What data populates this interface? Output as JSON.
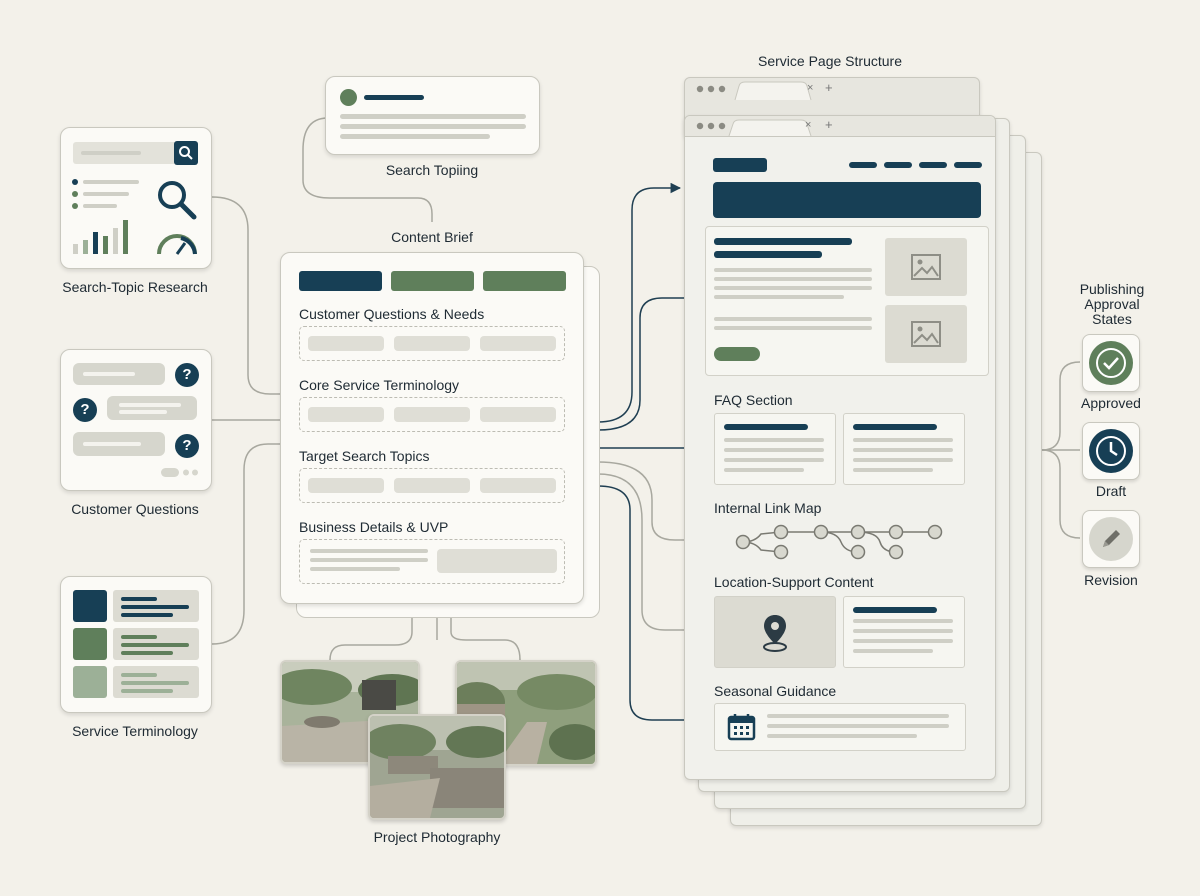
{
  "labels": {
    "search_topic_research": "Search-Topic Research",
    "customer_questions": "Customer Questions",
    "service_terminology": "Service Terminology",
    "search_topiing": "Search Topiing",
    "content_brief": "Content Brief",
    "project_photography": "Project Photography",
    "service_page_structure": "Service Page Structure",
    "publishing_approval_states": "Publishing Approval States"
  },
  "brief": {
    "sections": [
      "Customer Questions & Needs",
      "Core Service Terminology",
      "Target Search Topics",
      "Business Details & UVP"
    ]
  },
  "page": {
    "sections": [
      "FAQ Section",
      "Internal Link Map",
      "Location-Support Content",
      "Seasonal Guidance"
    ]
  },
  "browser": {
    "close_glyph": "×",
    "newtab_glyph": "+"
  },
  "approval": {
    "states": [
      "Approved",
      "Draft",
      "Revision"
    ]
  },
  "icons": [
    "search-icon",
    "magnifier-icon",
    "gauge-icon",
    "question-icon",
    "image-icon",
    "location-pin-icon",
    "calendar-icon",
    "check-icon",
    "clock-icon",
    "pencil-icon"
  ],
  "colors": {
    "navy": "#173f55",
    "green": "#5f7f5b",
    "background": "#f3f1ea"
  }
}
